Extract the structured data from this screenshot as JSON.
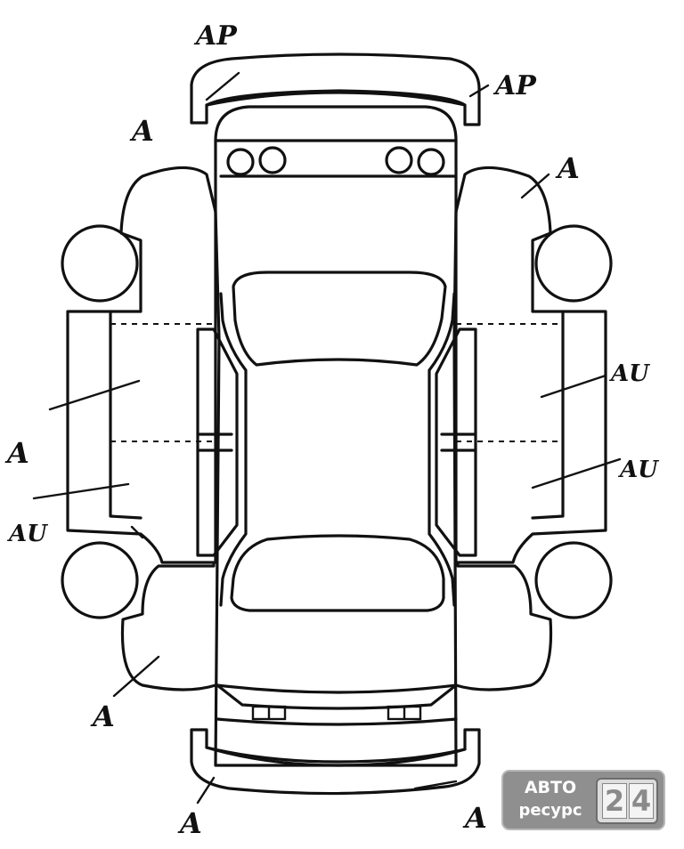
{
  "labels": {
    "top_left": "AP",
    "top_right": "AP",
    "left_front_fender": "A",
    "right_front_fender": "A",
    "left_door": "A",
    "left_lower": "AU",
    "right_door_upper": "AU",
    "right_door_lower": "AU",
    "left_rear_fender": "A",
    "bottom_left": "A",
    "bottom_right": "A"
  },
  "logo": {
    "top_text": "АВТО",
    "bottom_text": "ресурс",
    "digit_1": "2",
    "digit_2": "4"
  }
}
